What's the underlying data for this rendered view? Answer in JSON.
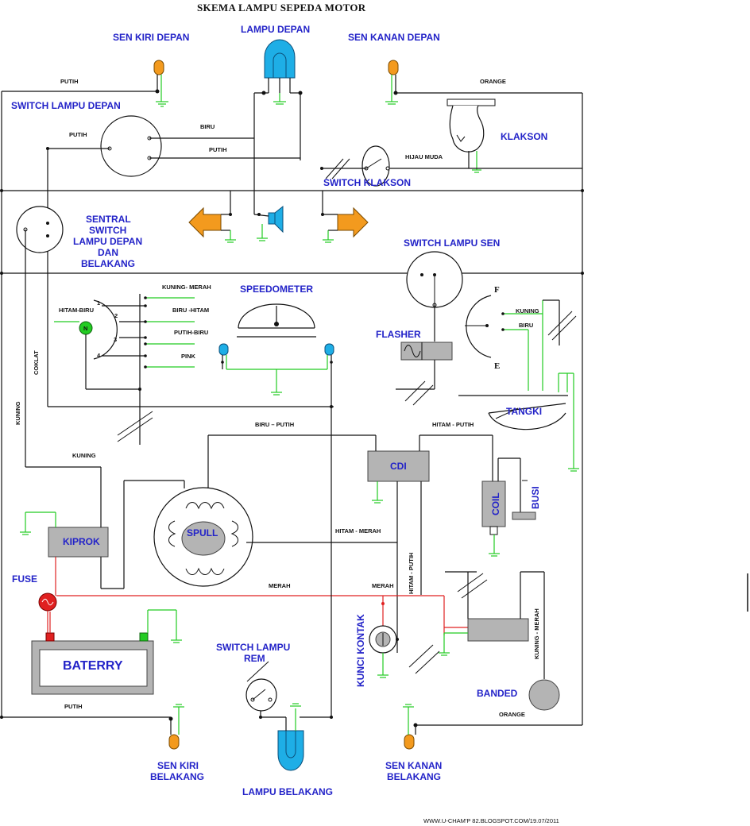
{
  "title": "SKEMA LAMPU SEPEDA MOTOR",
  "components": {
    "sen_kiri_depan": "SEN KIRI DEPAN",
    "lampu_depan": "LAMPU DEPAN",
    "sen_kanan_depan": "SEN KANAN DEPAN",
    "switch_lampu_depan": "SWITCH LAMPU DEPAN",
    "klakson": "KLAKSON",
    "switch_klakson": "SWITCH KLAKSON",
    "sentral_switch_1": "SENTRAL",
    "sentral_switch_2": "SWITCH",
    "sentral_switch_3": "LAMPU DEPAN",
    "sentral_switch_4": "DAN",
    "sentral_switch_5": "BELAKANG",
    "switch_lampu_sen": "SWITCH LAMPU SEN",
    "speedometer": "SPEEDOMETER",
    "flasher": "FLASHER",
    "tangki": "TANGKI",
    "cdi": "CDI",
    "coil": "COIL",
    "busi": "BUSI",
    "kiprok": "KIPROK",
    "spull": "SPULL",
    "fuse": "FUSE",
    "baterry": "BATERRY",
    "kunci_kontak": "KUNCI KONTAK",
    "banded": "BANDED",
    "switch_lampu_rem_1": "SWITCH LAMPU",
    "switch_lampu_rem_2": "REM",
    "sen_kiri_belakang_1": "SEN KIRI",
    "sen_kiri_belakang_2": "BELAKANG",
    "lampu_belakang": "LAMPU BELAKANG",
    "sen_kanan_belakang_1": "SEN KANAN",
    "sen_kanan_belakang_2": "BELAKANG"
  },
  "wires": {
    "putih_top": "PUTIH",
    "orange_top": "ORANGE",
    "putih_sw": "PUTIH",
    "biru_sw": "BIRU",
    "putih_sw2": "PUTIH",
    "hijau_muda": "HIJAU MUDA",
    "kuning_merah": "KUNING- MERAH",
    "biru_hitam": "BIRU -HITAM",
    "putih_biru": "PUTIH-BIRU",
    "pink": "PINK",
    "hitam_biru": "HITAM-BIRU",
    "coklat": "COKLAT",
    "kuning_left": "KUNING",
    "kuning_mid": "KUNING",
    "kuning_sen": "KUNING",
    "biru_sen": "BIRU",
    "biru_putih": "BIRU – PUTIH",
    "hitam_putih": "HITAM - PUTIH",
    "hitam_merah": "HITAM - MERAH",
    "hitam_putih_v": "HITAM - PUTIH",
    "merah_1": "MERAH",
    "merah_2": "MERAH",
    "kuning_merah_v": "KUNING - MERAH",
    "orange_bottom": "ORANGE",
    "putih_bottom": "PUTIH"
  },
  "switch_positions": [
    "1",
    "2",
    "3",
    "4"
  ],
  "neutral": "N",
  "fuel_f": "F",
  "fuel_e": "E",
  "footer": "WWW.U-CHAM'P 82.BLOGSPOT.COM/19.07/2011"
}
